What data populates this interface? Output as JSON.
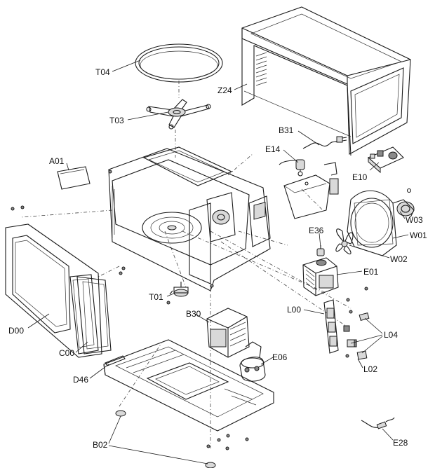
{
  "labels": {
    "T04": "T04",
    "T03": "T03",
    "Z24": "Z24",
    "B31": "B31",
    "E14": "E14",
    "E10": "E10",
    "A01": "A01",
    "W03": "W03",
    "W01": "W01",
    "E36": "E36",
    "W02": "W02",
    "E01": "E01",
    "T01": "T01",
    "B30": "B30",
    "L00": "L00",
    "L04": "L04",
    "D00": "D00",
    "C00": "C00",
    "E06": "E06",
    "L02": "L02",
    "D46": "D46",
    "B02": "B02",
    "E28": "E28"
  }
}
